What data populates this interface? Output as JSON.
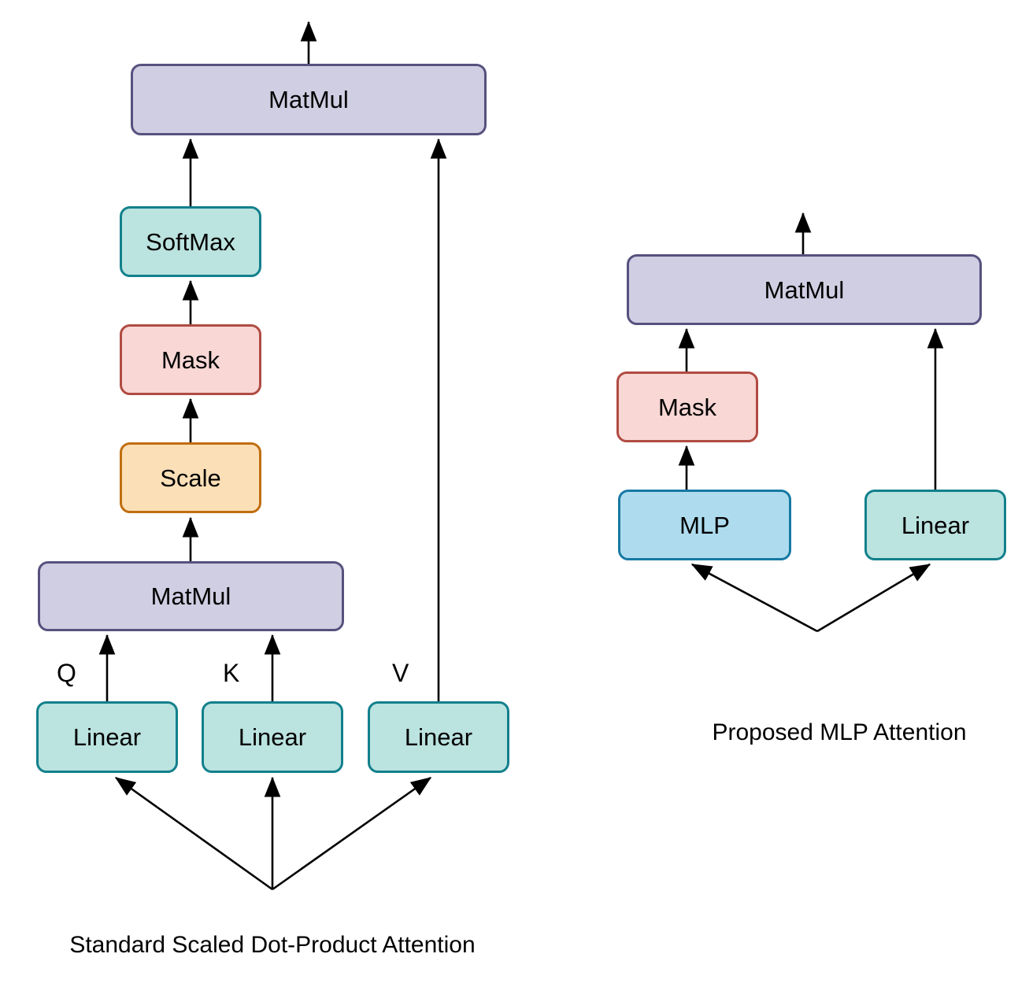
{
  "diagram_left": {
    "caption": "Standard Scaled Dot-Product Attention",
    "nodes": {
      "matmul_top": {
        "label": "MatMul"
      },
      "softmax": {
        "label": "SoftMax"
      },
      "mask": {
        "label": "Mask"
      },
      "scale": {
        "label": "Scale"
      },
      "matmul_qk": {
        "label": "MatMul"
      },
      "linear_q": {
        "label": "Linear"
      },
      "linear_k": {
        "label": "Linear"
      },
      "linear_v": {
        "label": "Linear"
      }
    },
    "input_labels": {
      "q": "Q",
      "k": "K",
      "v": "V"
    }
  },
  "diagram_right": {
    "caption": "Proposed MLP Attention",
    "nodes": {
      "matmul": {
        "label": "MatMul"
      },
      "mask": {
        "label": "Mask"
      },
      "mlp": {
        "label": "MLP"
      },
      "linear": {
        "label": "Linear"
      }
    }
  },
  "colors": {
    "background": "#ffffff",
    "text": "#000000",
    "arrow": "#000000",
    "matmul_fill": "#d0cee2",
    "matmul_border": "#56517e",
    "linear_fill": "#bbe3e0",
    "linear_border": "#12808c",
    "mask_fill": "#f8d7d5",
    "mask_border": "#b04b42",
    "scale_fill": "#fbdfb7",
    "scale_border": "#c06e10",
    "mlp_fill": "#aedcee",
    "mlp_border": "#1779a3"
  }
}
